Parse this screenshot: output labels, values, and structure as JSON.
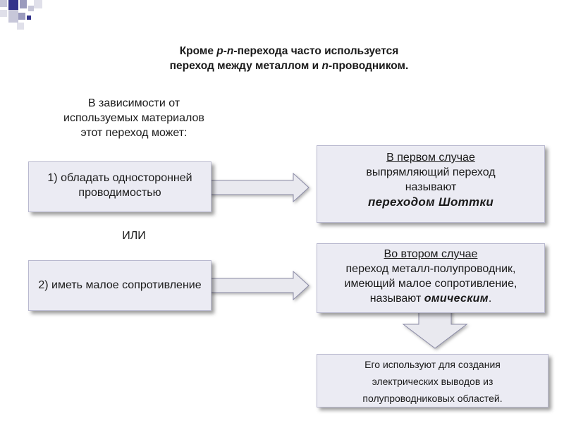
{
  "title": {
    "line1_a": "Кроме ",
    "line1_b": "p-n",
    "line1_c": "-перехода часто используется",
    "line2_a": "переход между металлом и ",
    "line2_b": "n",
    "line2_c": "-проводником."
  },
  "intro": {
    "line1": "В зависимости от",
    "line2": "используемых материалов",
    "line3": "этот переход может:"
  },
  "left_boxes": [
    {
      "line1": "1) обладать односторонней",
      "line2": "проводимостью"
    },
    {
      "line1": "2) иметь малое сопротивление"
    }
  ],
  "separator": "ИЛИ",
  "right_box_1": {
    "heading": "В первом случае",
    "line2": "выпрямляющий переход",
    "line3": "называют",
    "line4": "переходом Шоттки"
  },
  "right_box_2": {
    "heading": "Во втором случае",
    "line2": "переход металл-полупроводник,",
    "line3": "имеющий малое сопротивление,",
    "line4_a": "называют ",
    "line4_b": "омическим",
    "line4_c": "."
  },
  "bottom_box": {
    "line1": "Его используют для создания",
    "line2": "электрических выводов из",
    "line3": "полупроводниковых областей."
  },
  "colors": {
    "box_fill": "#ebebf3",
    "box_border": "#b9b9cf",
    "arrow_fill": "#e9e9ef",
    "deco_dark": "#33338a",
    "deco_light": "#c7c7d9"
  }
}
